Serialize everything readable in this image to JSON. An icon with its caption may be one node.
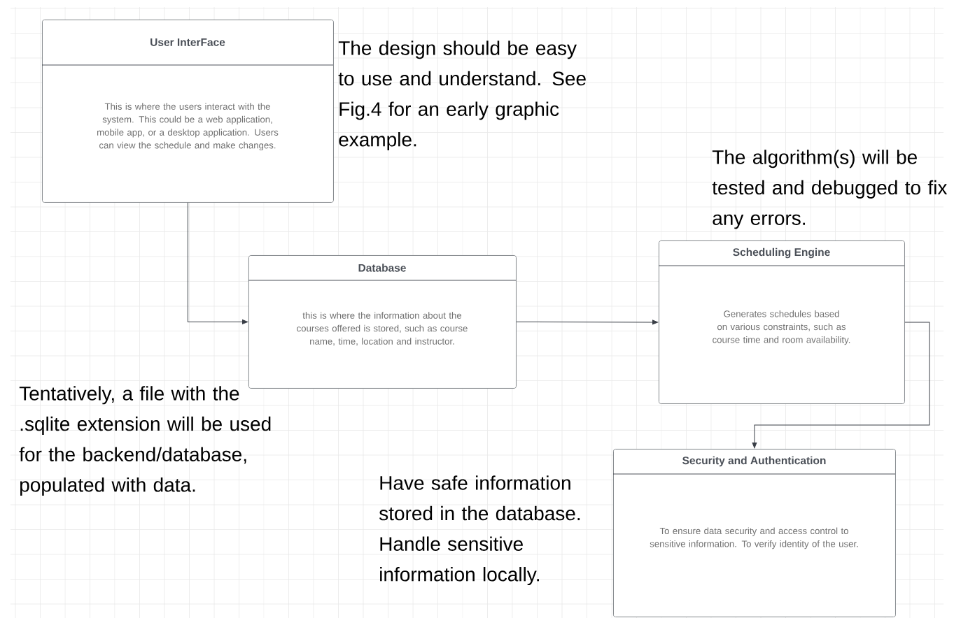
{
  "diagram": {
    "nodes": [
      {
        "text": [
          "User InterFace",
          "This is where the users interact with the system. This could be a web application, mobile app, or a desktop application. Users can view the schedule and make changes."
        ]
      },
      {
        "text": [
          "Database",
          "this is where the information about the courses offered is stored, such as course name, time, location and instructor."
        ]
      },
      {
        "text": [
          "Scheduling Engine",
          "Generates schedules based on various constraints, such as course time and room availability."
        ]
      },
      {
        "text": [
          "Security and Authentication",
          "To ensure data security and access control to sensitive information. To verify identity of the user."
        ]
      }
    ],
    "edges": [
      {
        "from": 0,
        "to": 1,
        "arrow": "to"
      },
      {
        "from": 1,
        "to": 2,
        "arrow": "to"
      },
      {
        "from": 2,
        "to": 3,
        "arrow": "to"
      }
    ],
    "labels": [
      "The design should be easy to use and understand. See Fig.4 for an early graphic example.",
      "The algorithm(s) will be tested and debugged to fix any errors.",
      "Tentatively, a file with the .sqlite extension will be used for the backend/database, populated with data.",
      "Have safe information stored in the database. Handle sensitive information locally."
    ]
  }
}
